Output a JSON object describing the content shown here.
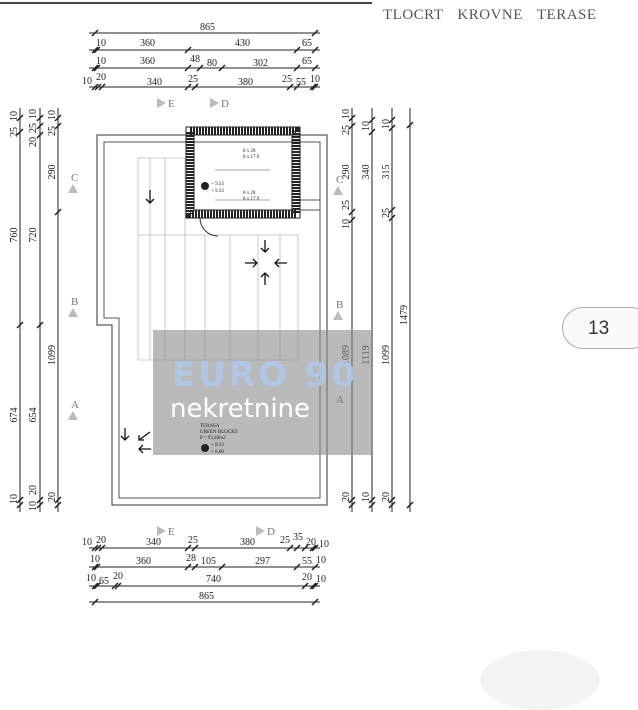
{
  "title": "TLOCRT   KROVNE   TERASE",
  "page_badge": "13",
  "watermark": {
    "line1": "EURO 90",
    "line2": "nekretnine"
  },
  "sections": {
    "top": [
      "E",
      "D"
    ],
    "bottom": [
      "E",
      "D"
    ],
    "left": [
      "C",
      "B",
      "A"
    ],
    "right": [
      "C",
      "B",
      "A"
    ]
  },
  "plan_labels": {
    "terrace_name": "TERASA",
    "terrace_finish": "GREEN BLOCKS",
    "terrace_area": "P = 93,40m2",
    "terrace_level_top": "+ 8.33",
    "terrace_level_bottom": "+ 8.00",
    "stair_level_top": "+ 9.33",
    "stair_level_bottom": "+ 9.33",
    "stair_1": "8 x 28",
    "stair_1b": "8 x 17.9",
    "stair_2": "8 x 28",
    "stair_2b": "8 x 17.9"
  },
  "dimensions": {
    "top": [
      [
        "865"
      ],
      [
        "10",
        "360",
        "430",
        "65"
      ],
      [
        "10",
        "360",
        "48",
        "80",
        "302",
        "65"
      ],
      [
        "10",
        "20",
        "340",
        "25",
        "380",
        "25",
        "55",
        "10"
      ]
    ],
    "bottom": [
      [
        "10",
        "20",
        "340",
        "25",
        "380",
        "25",
        "35",
        "20",
        "10"
      ],
      [
        "10",
        "360",
        "28",
        "105",
        "297",
        "55",
        "10"
      ],
      [
        "10",
        "65",
        "20",
        "740",
        "20",
        "10"
      ],
      [
        "865"
      ]
    ],
    "left": [
      [
        "10",
        "25",
        "760",
        "674",
        "10"
      ],
      [
        "10",
        "25",
        "20",
        "720",
        "654",
        "20",
        "10"
      ],
      [
        "10",
        "25",
        "290",
        "1099",
        "20"
      ]
    ],
    "right": [
      [
        "10",
        "25",
        "290",
        "25",
        "10",
        "1089",
        "20"
      ],
      [
        "10",
        "340",
        "1119",
        "10"
      ],
      [
        "10",
        "315",
        "25",
        "1099",
        "20"
      ],
      [
        "1479"
      ]
    ]
  }
}
